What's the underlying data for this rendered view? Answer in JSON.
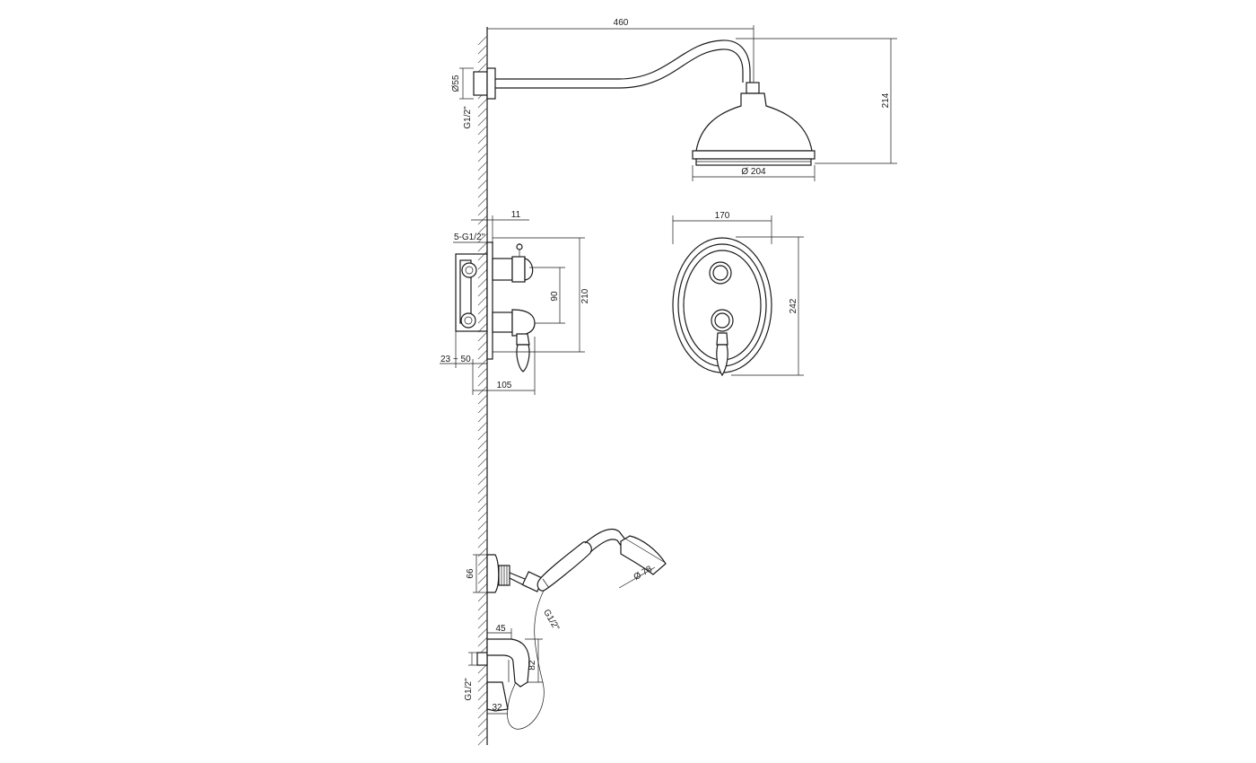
{
  "dimensions": {
    "arm_length": "460",
    "arm_height": "214",
    "flange_diameter": "Ø55",
    "arm_thread": "G1/2\"",
    "head_diameter": "Ø 204",
    "valve_depth_min": "11",
    "valve_outlets": "5-G1/2\"",
    "handle_spacing": "90",
    "valve_height": "210",
    "install_range": "23 ~ 50",
    "valve_projection": "105",
    "plate_width": "170",
    "plate_height": "242",
    "elbow_height": "66",
    "hand_shower_diameter": "Ø 78",
    "hose_thread": "G1/2\"",
    "holder_projection": "45",
    "holder_height": "82",
    "holder_thread": "G1/2\"",
    "holder_depth": "32"
  }
}
